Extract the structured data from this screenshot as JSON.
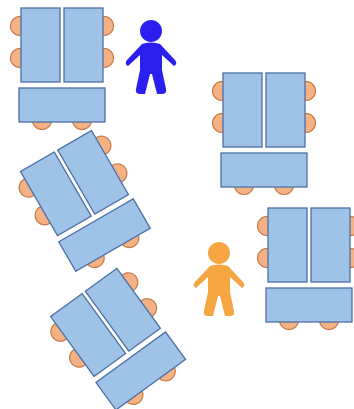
{
  "colors": {
    "desk_fill": "#9ec3e6",
    "desk_stroke": "#4a6fa5",
    "chair_fill": "#f4b183",
    "chair_stroke": "#c5794a",
    "person_blue": "#2b1ff0",
    "person_orange": "#f5a642"
  },
  "desk_groups": [
    {
      "name": "desk-group-top-left"
    },
    {
      "name": "desk-group-mid-left"
    },
    {
      "name": "desk-group-bottom-left"
    },
    {
      "name": "desk-group-top-right"
    },
    {
      "name": "desk-group-bottom-right"
    }
  ],
  "people": [
    {
      "name": "person-blue-icon",
      "color": "blue"
    },
    {
      "name": "person-orange-icon",
      "color": "orange"
    }
  ]
}
